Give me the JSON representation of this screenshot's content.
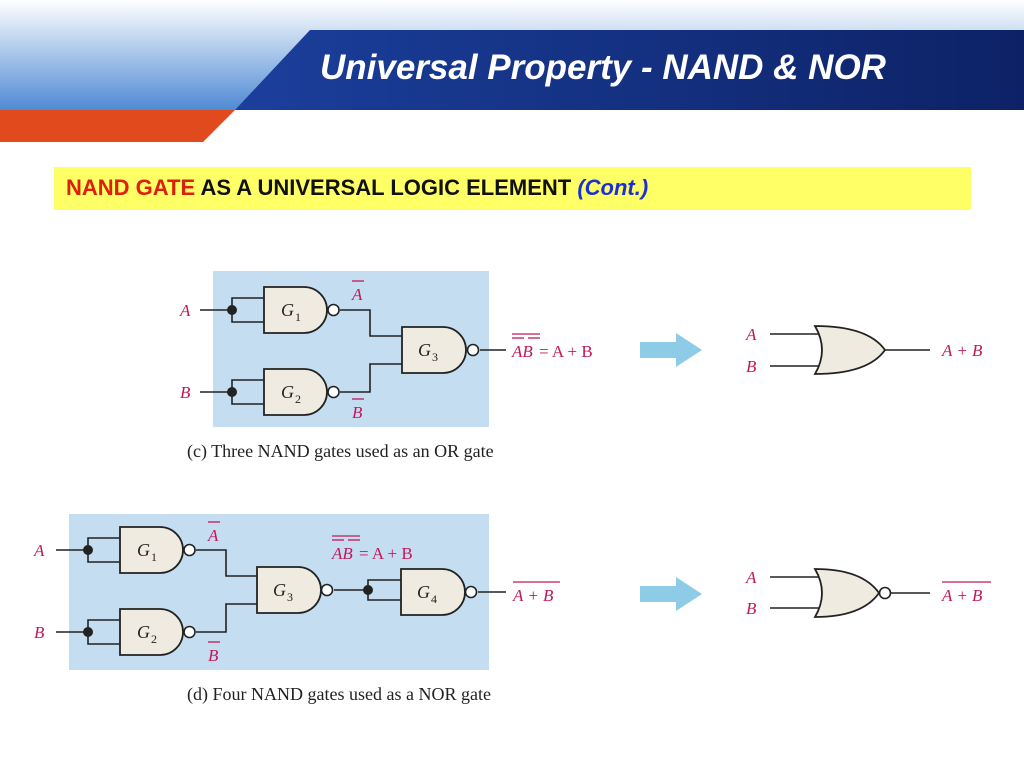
{
  "slide": {
    "title": "Universal Property - NAND & NOR",
    "banner": {
      "part1": "NAND GATE",
      "part2": " AS A UNIVERSAL LOGIC ELEMENT ",
      "part3": "(Cont.)"
    }
  },
  "colors": {
    "header_dark": "#102a7a",
    "header_light": "#5d93d8",
    "accent_orange": "#e04a1c",
    "banner_yellow": "#ffff66",
    "panel_blue": "#c5ddf1",
    "label_magenta": "#c2185b",
    "arrow_blue": "#8ecbe6",
    "gate_fill": "#efebe0"
  },
  "figure_c": {
    "caption": "(c) Three NAND gates used as an OR gate",
    "input_a": "A",
    "input_b": "B",
    "g1": "G",
    "g1_sub": "1",
    "g2": "G",
    "g2_sub": "2",
    "g3": "G",
    "g3_sub": "3",
    "a_bar": "A",
    "b_bar": "B",
    "output_lhs": "AB",
    "output_rhs": " = A + B",
    "equiv_a": "A",
    "equiv_b": "B",
    "equiv_out": "A + B",
    "arrow_icon": "right-arrow-icon"
  },
  "figure_d": {
    "caption": "(d) Four NAND gates used as a NOR gate",
    "input_a": "A",
    "input_b": "B",
    "g1": "G",
    "g1_sub": "1",
    "g2": "G",
    "g2_sub": "2",
    "g3": "G",
    "g3_sub": "3",
    "g4": "G",
    "g4_sub": "4",
    "a_bar": "A",
    "b_bar": "B",
    "mid_lhs": "AB",
    "mid_rhs": " = A + B",
    "output": "A + B",
    "equiv_a": "A",
    "equiv_b": "B",
    "equiv_out": "A + B",
    "arrow_icon": "right-arrow-icon"
  }
}
